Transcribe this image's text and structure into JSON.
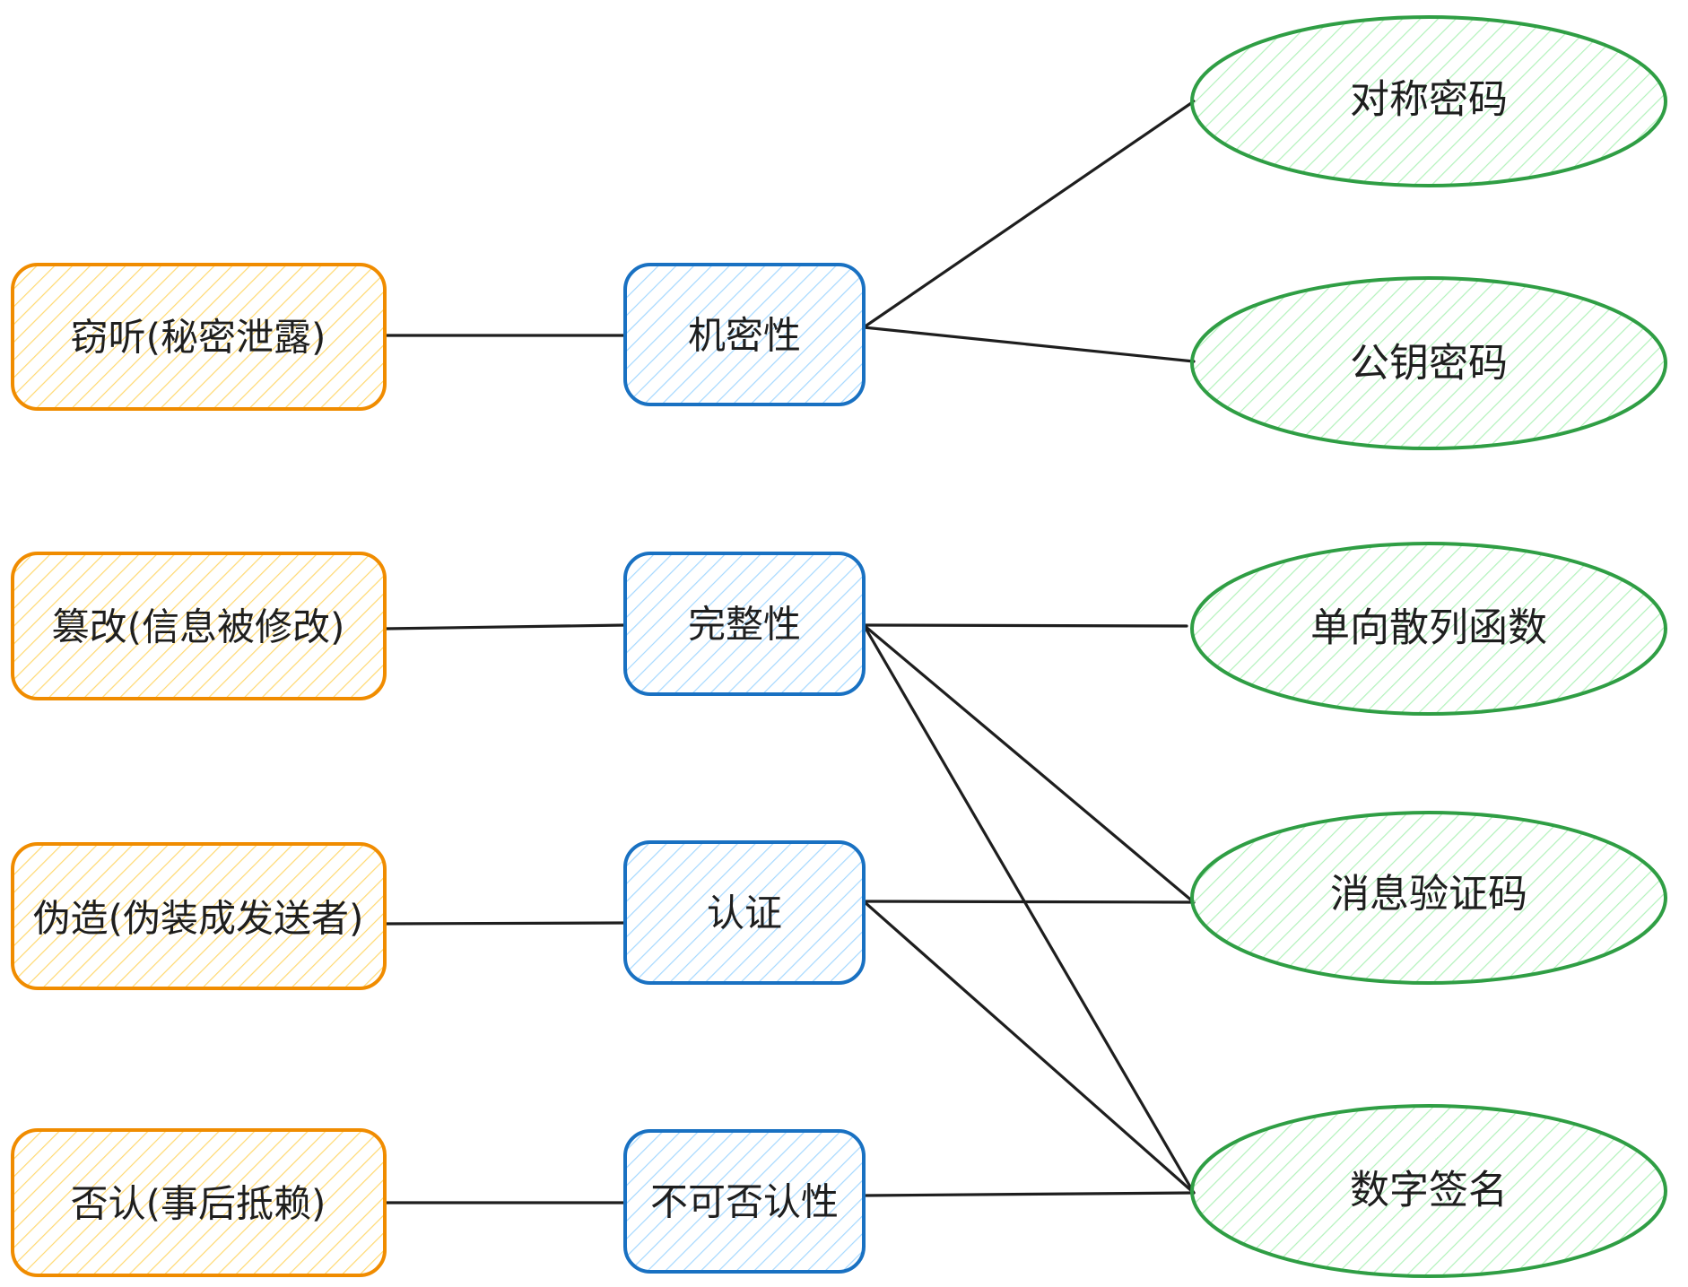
{
  "diagram": {
    "threats": [
      {
        "id": "t1",
        "label": "窃听(秘密泄露)"
      },
      {
        "id": "t2",
        "label": "篡改(信息被修改)"
      },
      {
        "id": "t3",
        "label": "伪造(伪装成发送者)"
      },
      {
        "id": "t4",
        "label": "否认(事后抵赖)"
      }
    ],
    "properties": [
      {
        "id": "p1",
        "label": "机密性"
      },
      {
        "id": "p2",
        "label": "完整性"
      },
      {
        "id": "p3",
        "label": "认证"
      },
      {
        "id": "p4",
        "label": "不可否认性"
      }
    ],
    "mechanisms": [
      {
        "id": "m1",
        "label": "对称密码"
      },
      {
        "id": "m2",
        "label": "公钥密码"
      },
      {
        "id": "m3",
        "label": "单向散列函数"
      },
      {
        "id": "m4",
        "label": "消息验证码"
      },
      {
        "id": "m5",
        "label": "数字签名"
      }
    ],
    "edges": [
      {
        "from": "t1",
        "to": "p1"
      },
      {
        "from": "t2",
        "to": "p2"
      },
      {
        "from": "t3",
        "to": "p3"
      },
      {
        "from": "t4",
        "to": "p4"
      },
      {
        "from": "p1",
        "to": "m1"
      },
      {
        "from": "p1",
        "to": "m2"
      },
      {
        "from": "p2",
        "to": "m3"
      },
      {
        "from": "p2",
        "to": "m4"
      },
      {
        "from": "p2",
        "to": "m5"
      },
      {
        "from": "p3",
        "to": "m4"
      },
      {
        "from": "p3",
        "to": "m5"
      },
      {
        "from": "p4",
        "to": "m5"
      }
    ],
    "colors": {
      "threat_stroke": "#f08c00",
      "threat_hatch": "#ffd971",
      "property_stroke": "#1971c2",
      "property_hatch": "#a5d8ff",
      "mechanism_stroke": "#2f9e44",
      "mechanism_hatch": "#b2f2bb",
      "edge": "#1e1e1e"
    }
  }
}
